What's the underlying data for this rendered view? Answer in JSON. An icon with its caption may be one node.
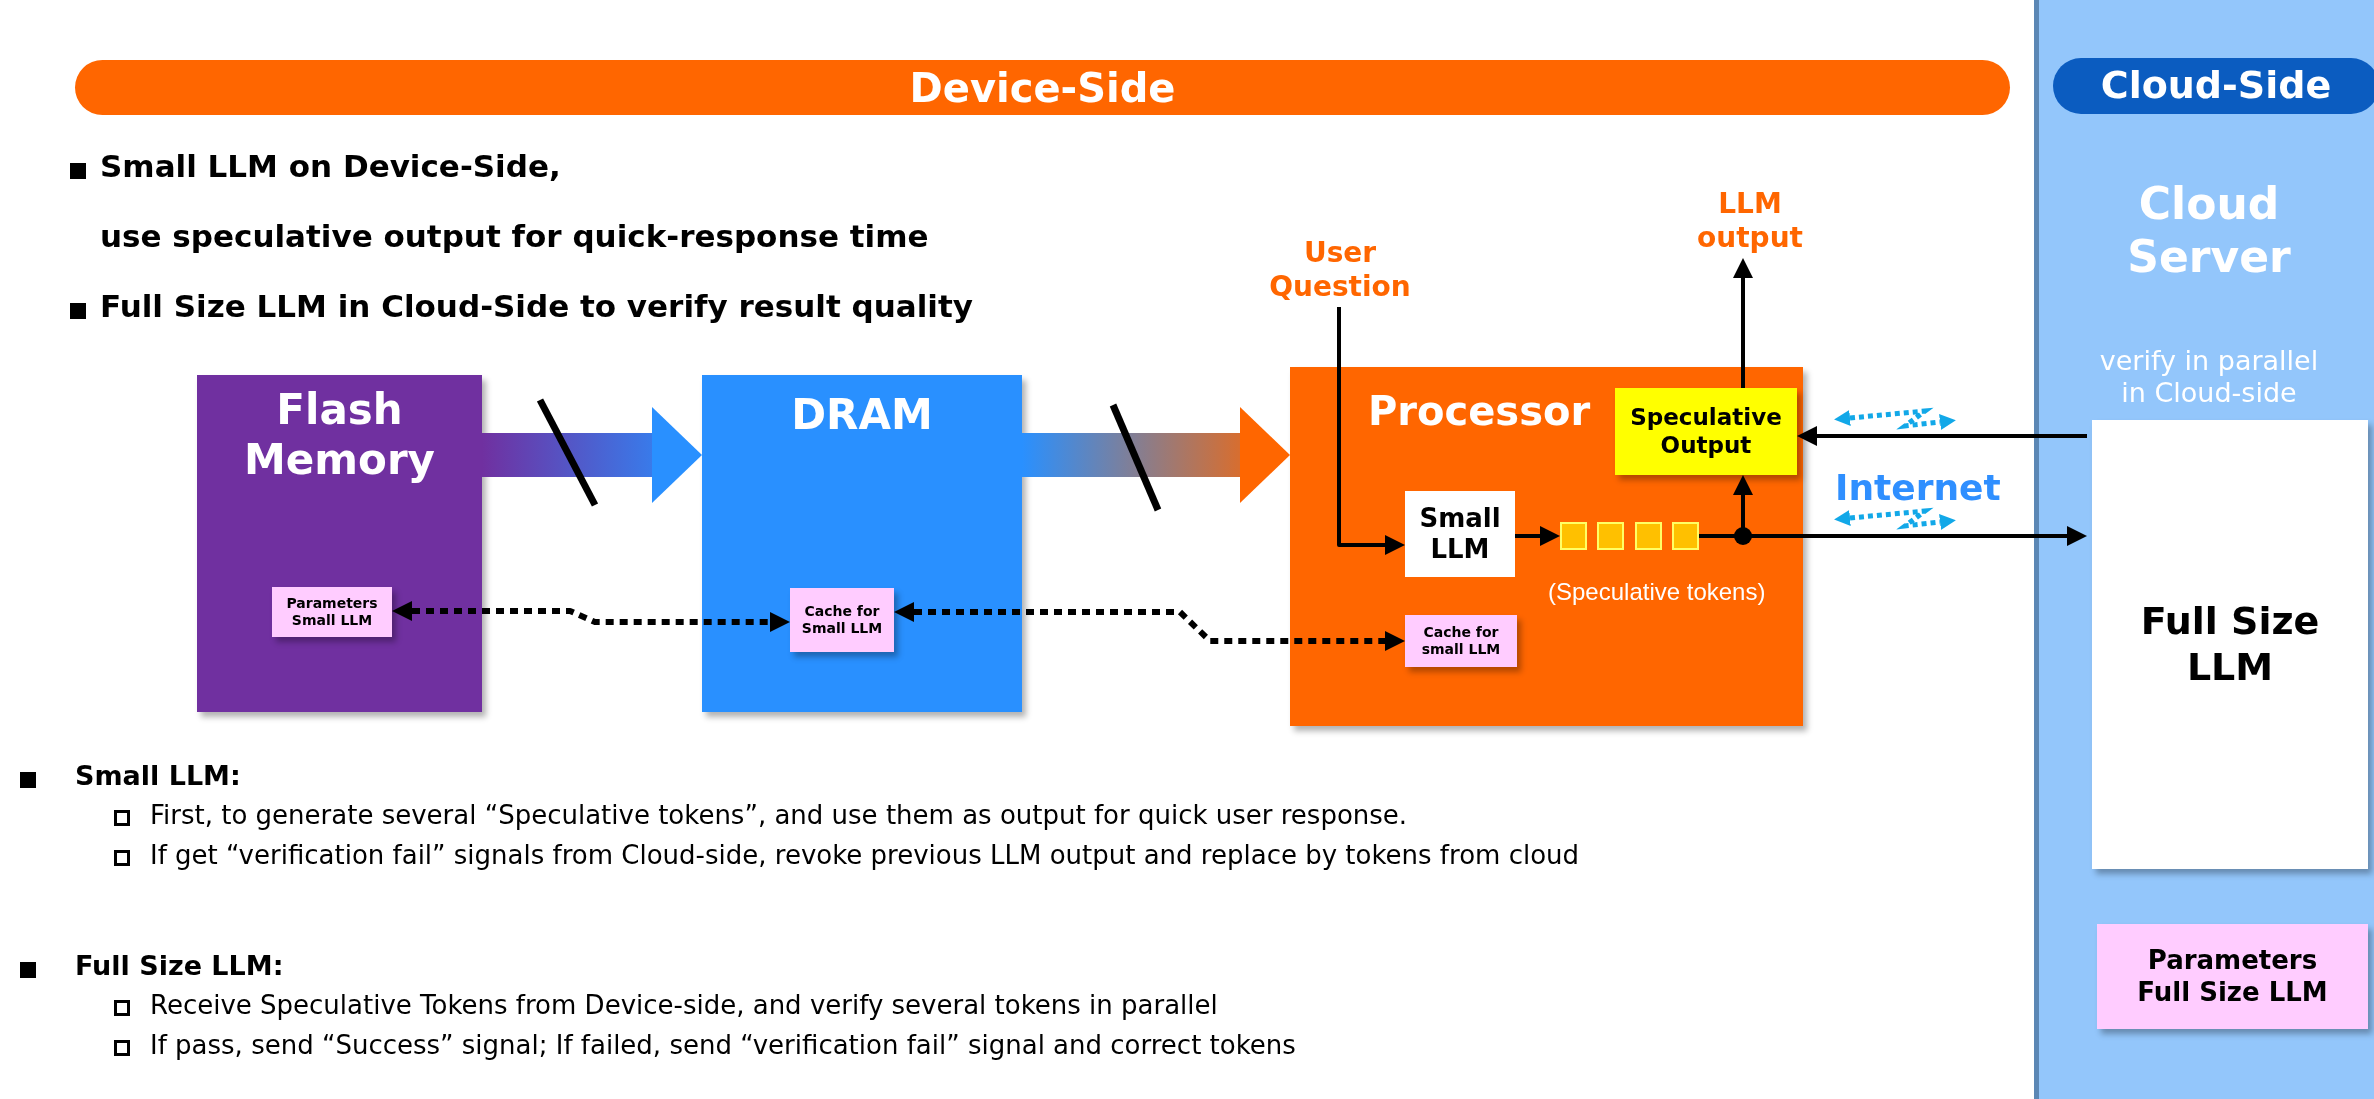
{
  "diagram": {
    "nodes": [
      {
        "text": [
          "Device-Side"
        ]
      },
      {
        "text": [
          "Cloud Server",
          "verify in parallel in Cloud-side"
        ]
      },
      {
        "text": [
          "Cloud-Side"
        ],
        "in": 1
      },
      {
        "text": [
          "User Question"
        ]
      },
      {
        "text": [
          "LLM output"
        ]
      },
      {
        "text": [
          "Flash Memory"
        ]
      },
      {
        "text": [
          "Parameters Small LLM"
        ],
        "in": 5
      },
      {
        "text": [
          "DRAM"
        ]
      },
      {
        "text": [
          "Cache for Small LLM"
        ],
        "in": 7
      },
      {
        "text": [
          "Processor"
        ]
      },
      {
        "text": [
          "Speculative Output"
        ],
        "in": 9
      },
      {
        "text": [
          "Small LLM"
        ],
        "in": 9
      },
      {
        "text": [],
        "shape": "box",
        "in": 9
      },
      {
        "text": [],
        "shape": "box",
        "in": 9
      },
      {
        "text": [],
        "shape": "box",
        "in": 9
      },
      {
        "text": [],
        "shape": "box",
        "in": 9
      },
      {
        "text": [
          "Cache for small LLM"
        ],
        "in": 9
      },
      {
        "text": [
          "Full Size LLM"
        ],
        "in": 1
      },
      {
        "text": [
          "Parameters Full Size LLM"
        ],
        "in": 1
      }
    ],
    "edges": [
      {
        "from": 5,
        "to": 7,
        "arrow": "to",
        "style": "thick"
      },
      {
        "from": 7,
        "to": 9,
        "arrow": "to",
        "style": "thick"
      },
      {
        "from": 6,
        "to": 8,
        "arrow": "both",
        "style": "dashed"
      },
      {
        "from": 8,
        "to": 16,
        "arrow": "both",
        "style": "dashed"
      },
      {
        "from": 3,
        "to": 11,
        "arrow": "to"
      },
      {
        "from": 11,
        "to": 12,
        "arrow": "to"
      },
      {
        "from": 15,
        "to": 10,
        "arrow": "to"
      },
      {
        "from": 15,
        "to": 17,
        "arrow": "to"
      },
      {
        "from": 17,
        "to": 10,
        "arrow": "to"
      },
      {
        "from": 10,
        "to": 4,
        "arrow": "to"
      }
    ],
    "labels": [
      "Small LLM on Device-Side,",
      "use speculative output for quick-response time",
      "Full Size LLM in Cloud-Side to verify result quality",
      "(Speculative tokens)",
      "Internet",
      "Small LLM:",
      "First, to generate several “Speculative tokens”, and use them as output for quick user response.",
      "If get “verification fail” signals from Cloud-side, revoke previous LLM output and replace by tokens from cloud",
      "Full Size LLM:",
      "Receive Speculative Tokens from Device-side, and verify several tokens in parallel",
      "If pass, send “Success” signal; If failed, send “verification fail” signal and correct tokens"
    ]
  }
}
